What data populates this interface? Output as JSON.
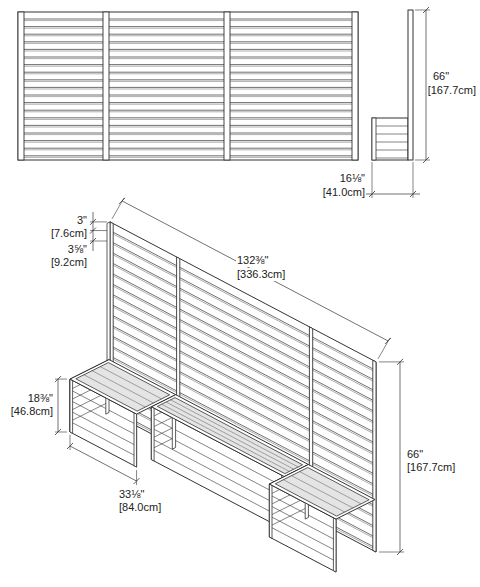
{
  "diagram": {
    "labels": [
      "66\"",
      "[167.7cm]",
      "16⅛\"",
      "[41.0cm]",
      "3\"",
      "[7.6cm]",
      "3⅝\"",
      "[9.2cm]",
      "132⅜\"",
      "[336.3cm]",
      "18⅜\"",
      "[46.8cm]",
      "33⅛\"",
      "[84.0cm]",
      "66\"",
      "[167.7cm]"
    ]
  }
}
